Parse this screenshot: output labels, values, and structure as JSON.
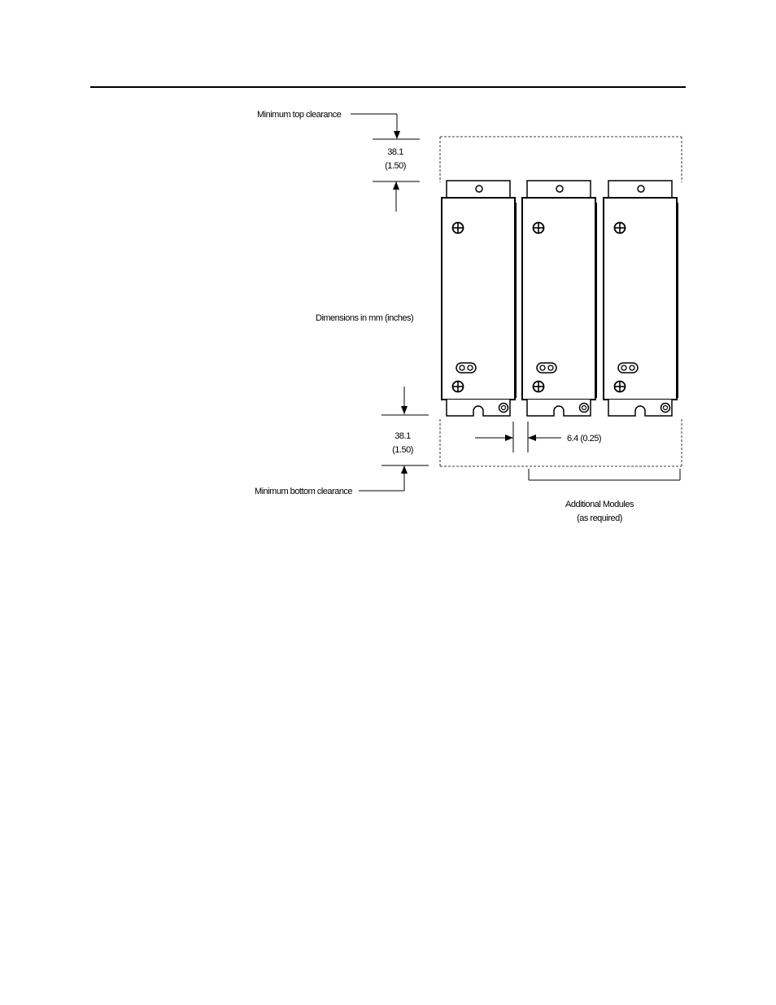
{
  "labels": {
    "min_top_clearance": "Minimum top clearance",
    "top_dim_mm": "38.1",
    "top_dim_in": "(1.50)",
    "dimensions_note": "Dimensions in mm (inches)",
    "bottom_dim_mm": "38.1",
    "bottom_dim_in": "(1.50)",
    "min_bottom_clearance": "Minimum bottom clearance",
    "spacing_dim": "6.4 (0.25)",
    "additional_modules_line1": "Additional Modules",
    "additional_modules_line2": "(as required)"
  },
  "modules": [
    {
      "role": "module"
    },
    {
      "role": "additional-module"
    },
    {
      "role": "additional-module"
    }
  ]
}
